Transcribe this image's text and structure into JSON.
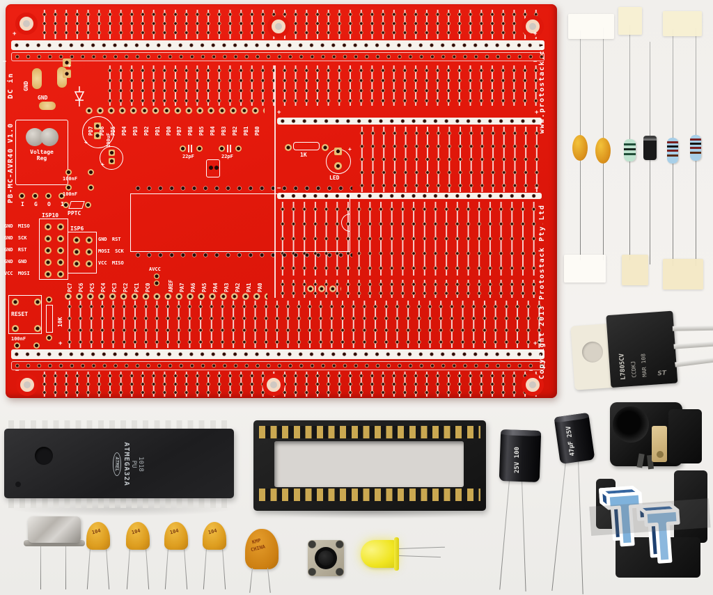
{
  "pcb": {
    "color": "#e2180b",
    "silk_color": "#ffffff",
    "pad_color": "#efcf9f",
    "side": {
      "dc_in": "DC in",
      "board_name": "PB-MC-AVR40 V1.0"
    },
    "power": {
      "gnd_a": "GND",
      "gnd_b": "GND",
      "plus": "+",
      "minus": "−"
    },
    "voltage_reg": "Voltage Reg",
    "caps": {
      "c100uf": "100uF",
      "c100nf_1": "100nF",
      "c100nf_2": "100nF",
      "c100nf_reset": "100nF",
      "c22pf_1": "22pF",
      "c22pf_2": "22pF"
    },
    "pptc": "PPTC",
    "igoi": [
      "I",
      "G",
      "O",
      "I"
    ],
    "isp10": {
      "title": "ISP10",
      "rows": [
        "GND MISO",
        "GND SCK",
        "GND RST",
        "GND GND",
        "VCC MOSI"
      ]
    },
    "isp6": {
      "title": "ISP6",
      "rows": [
        "GND RST",
        "MOSI SCK",
        "VCC MISO"
      ]
    },
    "reset": {
      "label": "RESET",
      "resistor": "10K"
    },
    "led_circuit": {
      "label": "LED",
      "resistor": "1K"
    },
    "avcc": "AVCC",
    "top_pins": [
      "PD7",
      "PD6",
      "PD5",
      "PD4",
      "PD3",
      "PD2",
      "PD1",
      "PD0",
      "PB7",
      "PB6",
      "PB5",
      "PB4",
      "PB3",
      "PB2",
      "PB1",
      "PB0"
    ],
    "bottom_pins": [
      "PC7",
      "PC6",
      "PC5",
      "PC4",
      "PC3",
      "PC2",
      "PC1",
      "PC0",
      "AREF",
      "PA7",
      "PA6",
      "PA5",
      "PA4",
      "PA3",
      "PA2",
      "PA1",
      "PA0"
    ],
    "url": "www.protostack.com",
    "copyright": "Copyright 2013 Protostack Pty Ltd"
  },
  "components": {
    "mcu": {
      "brand": "ATMEL",
      "part": "ATMEGA32A",
      "package": "PU",
      "date_code": "1018"
    },
    "regulator": {
      "marking_1": "L7805CV",
      "marking_2": "CCDKJ",
      "marking_3": "MAR 108",
      "logo": "ST"
    },
    "cap_100uf": {
      "marking": "25V 100"
    },
    "cap_47uf": {
      "marking": "47µF 25V"
    },
    "ceramic_caps": {
      "marking": "104",
      "count": 4
    },
    "pptc_fuse": {
      "marking_1": "KMP",
      "marking_2": "CHINA"
    }
  },
  "watermark": {
    "letters": "TT",
    "color": "#7fb2dc"
  }
}
